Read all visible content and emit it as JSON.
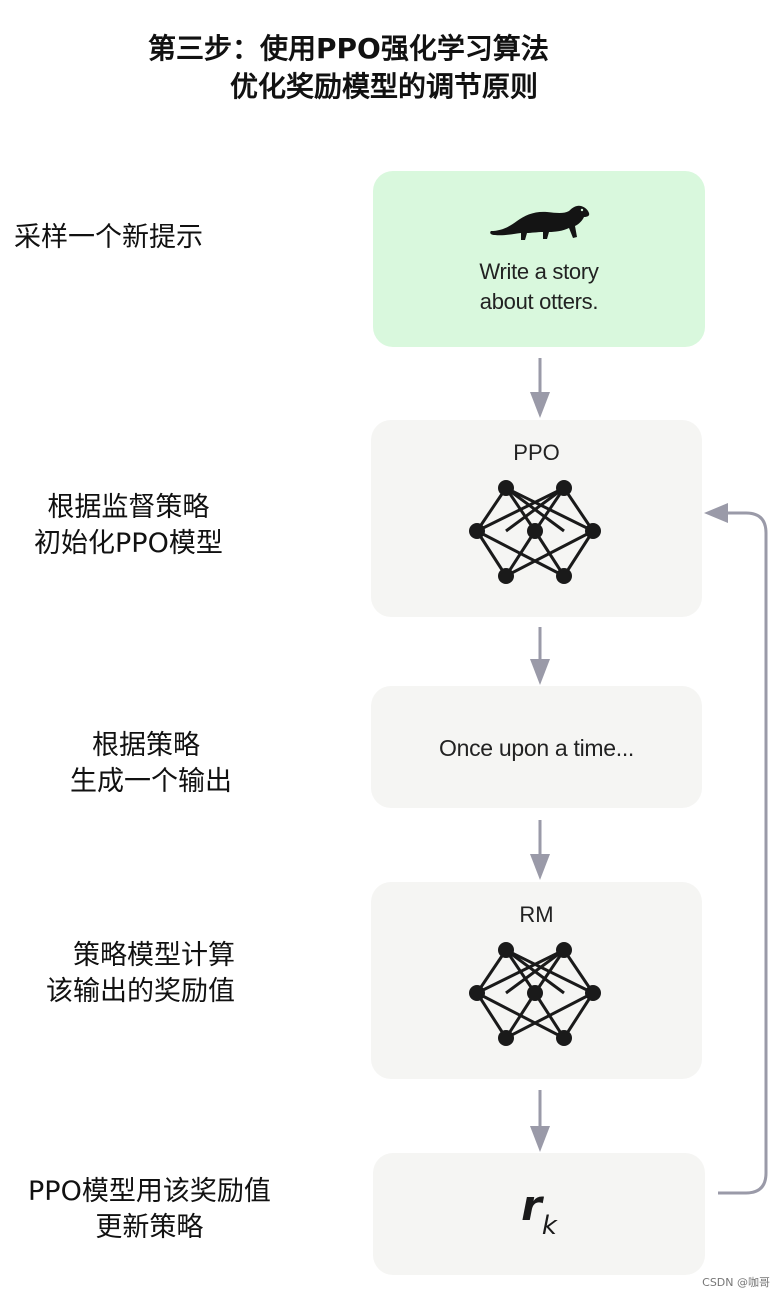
{
  "title": {
    "line1": "第三步：使用PPO强化学习算法",
    "line2": "优化奖励模型的调节原则"
  },
  "steps": [
    {
      "line1": "采样一个新提示",
      "line2": ""
    },
    {
      "line1": "根据监督策略",
      "line2": "初始化PPO模型"
    },
    {
      "line1": "根据策略",
      "line2": "生成一个输出"
    },
    {
      "line1": "策略模型计算",
      "line2": "该输出的奖励值"
    },
    {
      "line1": "PPO模型用该奖励值",
      "line2": "更新策略"
    }
  ],
  "cards": {
    "prompt": {
      "line1": "Write a story",
      "line2": "about otters.",
      "icon": "otter-icon"
    },
    "ppo": {
      "title": "PPO",
      "icon": "neural-network-icon"
    },
    "output": {
      "text": "Once upon a time..."
    },
    "rm": {
      "title": "RM",
      "icon": "neural-network-icon"
    },
    "reward": {
      "symbol": "r",
      "subscript": "k"
    }
  },
  "watermark": "CSDN @咖哥",
  "colors": {
    "prompt_card": "#d9f8dd",
    "card": "#f5f5f3",
    "arrow": "#9a9aa8",
    "node": "#1a1a1a"
  }
}
